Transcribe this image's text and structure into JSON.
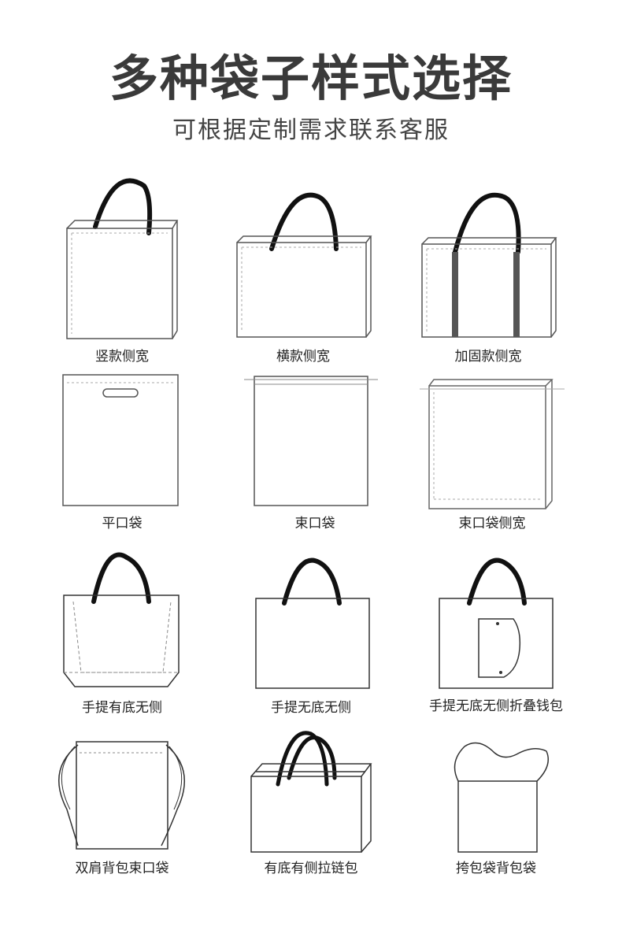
{
  "header": {
    "title": "多种袋子样式选择",
    "subtitle": "可根据定制需求联系客服"
  },
  "bags": [
    {
      "label": "竖款侧宽",
      "icon": "vertical-side-gusset-bag-icon"
    },
    {
      "label": "横款侧宽",
      "icon": "horizontal-side-gusset-bag-icon"
    },
    {
      "label": "加固款侧宽",
      "icon": "reinforced-side-gusset-bag-icon"
    },
    {
      "label": "平口袋",
      "icon": "flat-die-cut-bag-icon"
    },
    {
      "label": "束口袋",
      "icon": "drawstring-bag-icon"
    },
    {
      "label": "束口袋侧宽",
      "icon": "drawstring-gusset-bag-icon"
    },
    {
      "label": "手提有底无侧",
      "icon": "handle-bottom-no-side-bag-icon"
    },
    {
      "label": "手提无底无侧",
      "icon": "handle-no-bottom-no-side-bag-icon"
    },
    {
      "label": "手提无底无侧折叠钱包",
      "icon": "foldable-wallet-bag-icon"
    },
    {
      "label": "双肩背包束口袋",
      "icon": "backpack-drawstring-bag-icon"
    },
    {
      "label": "有底有侧拉链包",
      "icon": "zipper-bag-icon"
    },
    {
      "label": "挎包袋背包袋",
      "icon": "shoulder-bag-icon"
    }
  ],
  "colors": {
    "outline": "#555555",
    "handle": "#111111",
    "title": "#3a3a3a"
  }
}
